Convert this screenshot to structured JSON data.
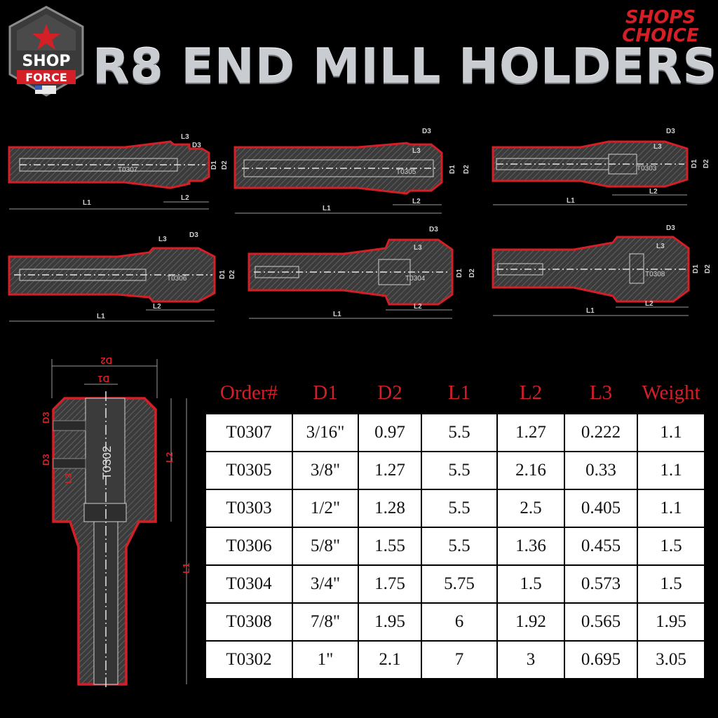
{
  "header": {
    "brand_left": {
      "line1": "SHOP",
      "line2": "FORCE"
    },
    "title": "R8 END MILL HOLDERS",
    "brand_right": {
      "line1": "SHOPS",
      "line2": "CHOICE"
    }
  },
  "diagrams": [
    {
      "id": "T0307",
      "L1": "L1",
      "L2": "L2",
      "L3": "L3",
      "D1": "D1",
      "D2": "D2",
      "D3": "D3"
    },
    {
      "id": "T0305",
      "L1": "L1",
      "L2": "L2",
      "L3": "L3",
      "D1": "D1",
      "D2": "D2",
      "D3": "D3"
    },
    {
      "id": "T0303",
      "L1": "L1",
      "L2": "L2",
      "L3": "L3",
      "D1": "D1",
      "D2": "D2",
      "D3": "D3"
    },
    {
      "id": "T0306",
      "L1": "L1",
      "L2": "L2",
      "L3": "L3",
      "D1": "D1",
      "D2": "D2",
      "D3": "D3"
    },
    {
      "id": "T0304",
      "L1": "L1",
      "L2": "L2",
      "L3": "L3",
      "D1": "D1",
      "D2": "D2",
      "D3": "D3"
    },
    {
      "id": "T0308",
      "L1": "L1",
      "L2": "L2",
      "L3": "L3",
      "D1": "D1",
      "D2": "D2",
      "D3": "D3"
    }
  ],
  "large_diagram": {
    "id": "T0302",
    "D1": "D1",
    "D2": "D2",
    "D3a": "D3",
    "D3b": "D3",
    "L1": "L1",
    "L2": "L2",
    "L3": "L3"
  },
  "table": {
    "headers": [
      "Order#",
      "D1",
      "D2",
      "L1",
      "L2",
      "L3",
      "Weight"
    ],
    "rows": [
      [
        "T0307",
        "3/16\"",
        "0.97",
        "5.5",
        "1.27",
        "0.222",
        "1.1"
      ],
      [
        "T0305",
        "3/8\"",
        "1.27",
        "5.5",
        "2.16",
        "0.33",
        "1.1"
      ],
      [
        "T0303",
        "1/2\"",
        "1.28",
        "5.5",
        "2.5",
        "0.405",
        "1.1"
      ],
      [
        "T0306",
        "5/8\"",
        "1.55",
        "5.5",
        "1.36",
        "0.455",
        "1.5"
      ],
      [
        "T0304",
        "3/4\"",
        "1.75",
        "5.75",
        "1.5",
        "0.573",
        "1.5"
      ],
      [
        "T0308",
        "7/8\"",
        "1.95",
        "6",
        "1.92",
        "0.565",
        "1.95"
      ],
      [
        "T0302",
        "1\"",
        "2.1",
        "7",
        "3",
        "0.695",
        "3.05"
      ]
    ]
  },
  "colors": {
    "background": "#000000",
    "accent": "#d41f26",
    "title": "#c9ccd1",
    "table_bg": "#ffffff",
    "table_text": "#111111"
  }
}
